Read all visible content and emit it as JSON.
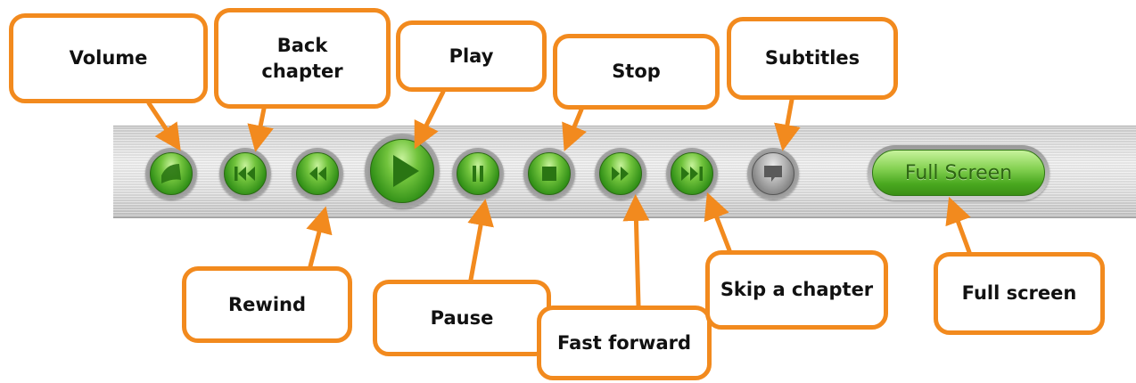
{
  "player": {
    "fullscreen_button_label": "Full Screen",
    "buttons": [
      {
        "name": "volume-button",
        "icon": "speaker-icon"
      },
      {
        "name": "back-chapter-button",
        "icon": "skip-back-icon"
      },
      {
        "name": "rewind-button",
        "icon": "rewind-icon"
      },
      {
        "name": "play-button",
        "icon": "play-icon"
      },
      {
        "name": "pause-button",
        "icon": "pause-icon"
      },
      {
        "name": "stop-button",
        "icon": "stop-icon"
      },
      {
        "name": "fast-forward-button",
        "icon": "fast-forward-icon"
      },
      {
        "name": "skip-chapter-button",
        "icon": "skip-forward-icon"
      },
      {
        "name": "subtitles-button",
        "icon": "speech-bubble-icon"
      }
    ]
  },
  "callouts": {
    "volume": "Volume",
    "back_chapter": "Back chapter",
    "play": "Play",
    "stop": "Stop",
    "subtitles": "Subtitles",
    "rewind": "Rewind",
    "pause": "Pause",
    "fast_forward": "Fast forward",
    "skip_chapter": "Skip a chapter",
    "full_screen": "Full screen"
  },
  "colors": {
    "callout_orange": "#f28a1e",
    "button_green": "#4fae22",
    "button_grey": "#8a8a8a"
  }
}
